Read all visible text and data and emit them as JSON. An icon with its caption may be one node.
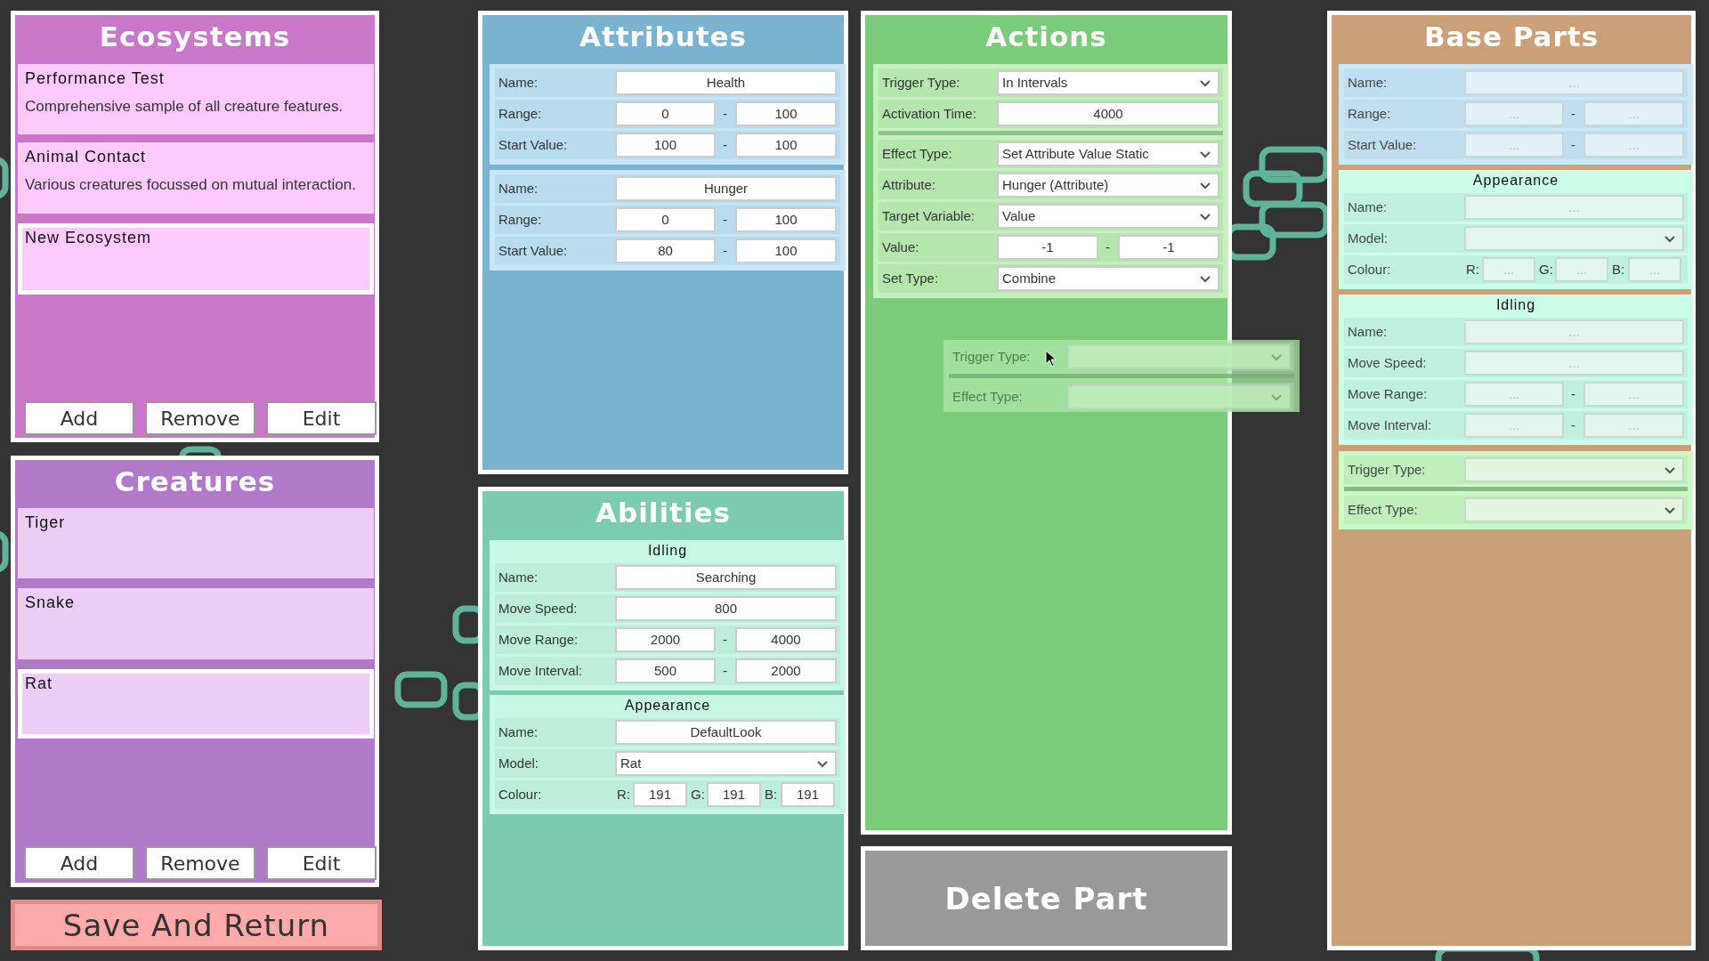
{
  "diagram": {
    "nodes": [
      {
        "text": [
          "Ecosystems"
        ]
      },
      {
        "text": [
          "Performance Test",
          "Comprehensive sample of all creature features."
        ],
        "in": 0
      },
      {
        "text": [
          "Animal Contact",
          "Various creatures focussed on mutual interaction."
        ],
        "in": 0
      },
      {
        "text": [
          "New Ecosystem"
        ],
        "in": 0
      },
      {
        "text": [
          "Add"
        ],
        "in": 0
      },
      {
        "text": [
          "Remove"
        ],
        "in": 0
      },
      {
        "text": [
          "Edit"
        ],
        "in": 0
      },
      {
        "text": [
          "Creatures"
        ]
      },
      {
        "text": [
          "Tiger"
        ],
        "in": 7
      },
      {
        "text": [
          "Snake"
        ],
        "in": 7
      },
      {
        "text": [
          "Rat"
        ],
        "in": 7
      },
      {
        "text": [
          "Add"
        ],
        "in": 7
      },
      {
        "text": [
          "Remove"
        ],
        "in": 7
      },
      {
        "text": [
          "Edit"
        ],
        "in": 7
      },
      {
        "text": [
          "Save And Return"
        ]
      },
      {
        "text": [
          "Attributes"
        ]
      },
      {
        "text": [],
        "shape": "box",
        "in": 15
      },
      {
        "text": [
          "Name:",
          "Health"
        ],
        "in": 16
      },
      {
        "text": [
          "Range:",
          "0",
          "-",
          "100"
        ],
        "in": 16
      },
      {
        "text": [
          "Start Value:",
          "100",
          "-",
          "100"
        ],
        "in": 16
      },
      {
        "text": [],
        "shape": "box",
        "in": 15
      },
      {
        "text": [
          "Name:",
          "Hunger"
        ],
        "in": 20
      },
      {
        "text": [
          "Range:",
          "0",
          "-",
          "100"
        ],
        "in": 20
      },
      {
        "text": [
          "Start Value:",
          "80",
          "-",
          "100"
        ],
        "in": 20
      },
      {
        "text": [
          "Abilities"
        ]
      },
      {
        "text": [
          "Idling"
        ],
        "in": 24
      },
      {
        "text": [
          "Name:",
          "Searching"
        ],
        "in": 25
      },
      {
        "text": [
          "Move Speed:",
          "800"
        ],
        "in": 25
      },
      {
        "text": [
          "Move Range:",
          "2000",
          "-",
          "4000"
        ],
        "in": 25
      },
      {
        "text": [
          "Move Interval:",
          "500",
          "-",
          "2000"
        ],
        "in": 25
      },
      {
        "text": [
          "Appearance"
        ],
        "in": 24
      },
      {
        "text": [
          "Name:",
          "DefaultLook"
        ],
        "in": 30
      },
      {
        "text": [
          "Model:",
          "Rat"
        ],
        "in": 30
      },
      {
        "text": [
          "Colour:",
          "R:",
          "191",
          "G:",
          "191",
          "B:",
          "191"
        ],
        "in": 30
      },
      {
        "text": [
          "Actions"
        ]
      },
      {
        "text": [],
        "shape": "box",
        "in": 34
      },
      {
        "text": [
          "Trigger Type:",
          "In Intervals"
        ],
        "in": 35
      },
      {
        "text": [
          "Activation Time:",
          "4000"
        ],
        "in": 35
      },
      {
        "text": [
          "Effect Type:",
          "Set Attribute Value Static"
        ],
        "in": 35
      },
      {
        "text": [
          "Attribute:",
          "Hunger (Attribute)"
        ],
        "in": 35
      },
      {
        "text": [
          "Target Variable:",
          "Value"
        ],
        "in": 35
      },
      {
        "text": [
          "Value:",
          "-1",
          "-",
          "-1"
        ],
        "in": 35
      },
      {
        "text": [
          "Set Type:",
          "Combine"
        ],
        "in": 35
      },
      {
        "text": [
          "Delete Part"
        ]
      },
      {
        "text": [
          "Base Parts"
        ]
      },
      {
        "text": [],
        "shape": "box",
        "in": 44
      },
      {
        "text": [
          "Name:",
          "..."
        ],
        "in": 45
      },
      {
        "text": [
          "Range:",
          "...",
          "-",
          "..."
        ],
        "in": 45
      },
      {
        "text": [
          "Start Value:",
          "...",
          "-",
          "..."
        ],
        "in": 45
      },
      {
        "text": [
          "Appearance"
        ],
        "in": 44
      },
      {
        "text": [
          "Name:",
          "..."
        ],
        "in": 49
      },
      {
        "text": [
          "Model:"
        ],
        "in": 49
      },
      {
        "text": [
          "Colour:",
          "R:",
          "...",
          "G:",
          "...",
          "B:",
          "..."
        ],
        "in": 49
      },
      {
        "text": [
          "Idling"
        ],
        "in": 44
      },
      {
        "text": [
          "Name:",
          "..."
        ],
        "in": 53
      },
      {
        "text": [
          "Move Speed:",
          "..."
        ],
        "in": 53
      },
      {
        "text": [
          "Move Range:",
          "...",
          "-",
          "..."
        ],
        "in": 53
      },
      {
        "text": [
          "Move Interval:",
          "...",
          "-",
          "..."
        ],
        "in": 53
      },
      {
        "text": [],
        "shape": "box",
        "in": 44
      },
      {
        "text": [
          "Trigger Type:"
        ],
        "in": 58
      },
      {
        "text": [
          "Effect Type:"
        ],
        "in": 58
      },
      {
        "text": [],
        "shape": "box"
      },
      {
        "text": [
          "Trigger Type:"
        ],
        "in": 61
      },
      {
        "text": [
          "Effect Type:"
        ],
        "in": 61
      }
    ]
  }
}
